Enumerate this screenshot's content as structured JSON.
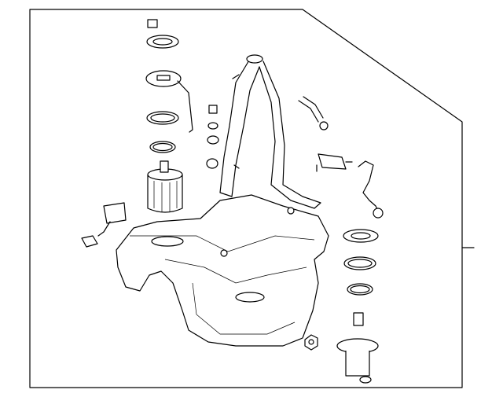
{
  "diagram": {
    "colors": {
      "line": "#000000",
      "background": "#ffffff"
    },
    "parts": [
      "fuel-tank",
      "filler-neck",
      "fuel-pump-module-left",
      "fuel-pump-module-right",
      "lock-ring",
      "seal-ring",
      "level-sensor",
      "vent-hose",
      "vent-valve",
      "sensor-harness",
      "grommets",
      "drain-plug"
    ]
  }
}
